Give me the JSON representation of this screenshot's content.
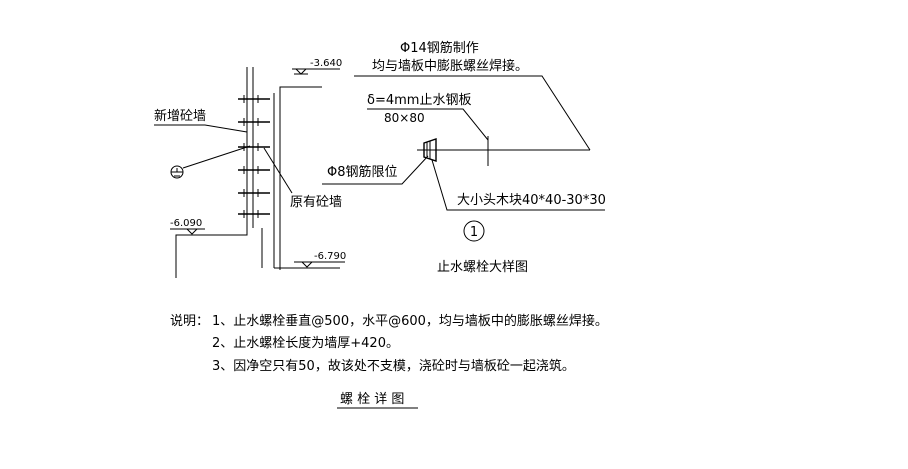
{
  "left_detail": {
    "elev_top": "-3.640",
    "elev_left": "-6.090",
    "elev_bottom": "-6.790",
    "label_new_wall": "新增砼墙",
    "label_old_wall": "原有砼墙"
  },
  "right_detail": {
    "label_rebar_line1": "Φ14钢筋制作",
    "label_rebar_line2": "均与墙板中膨胀螺丝焊接。",
    "label_plate_line1": "δ=4mm止水钢板",
    "label_plate_line2": "80×80",
    "label_limit_rebar": "Φ8钢筋限位",
    "label_wood_block": "大小头木块40*40-30*30",
    "callout_number": "1",
    "caption": "止水螺栓大样图"
  },
  "notes": {
    "heading": "说明：",
    "items": [
      "1、止水螺栓垂直@500，水平@600，均与墙板中的膨胀螺丝焊接。",
      "2、止水螺栓长度为墙厚+420。",
      "3、因净空只有50，故该处不支模，浇砼时与墙板砼一起浇筑。"
    ]
  },
  "title": "螺 栓 详 图"
}
